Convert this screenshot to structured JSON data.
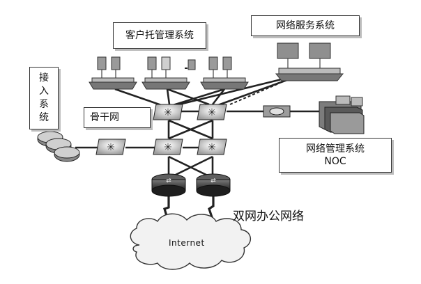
{
  "labels": {
    "client_hosting": "客户托管理系统",
    "network_service": "网络服务系统",
    "access": "接入系统",
    "backbone": "骨干网",
    "network_management": "网络管理系统",
    "noc": "NOC",
    "internet": "Internet",
    "caption": "双网办公网络"
  },
  "colors": {
    "line": "#222222",
    "device": "#8a8a8a",
    "device_dark": "#4a4a4a",
    "cloud": "#f2f2f2"
  }
}
